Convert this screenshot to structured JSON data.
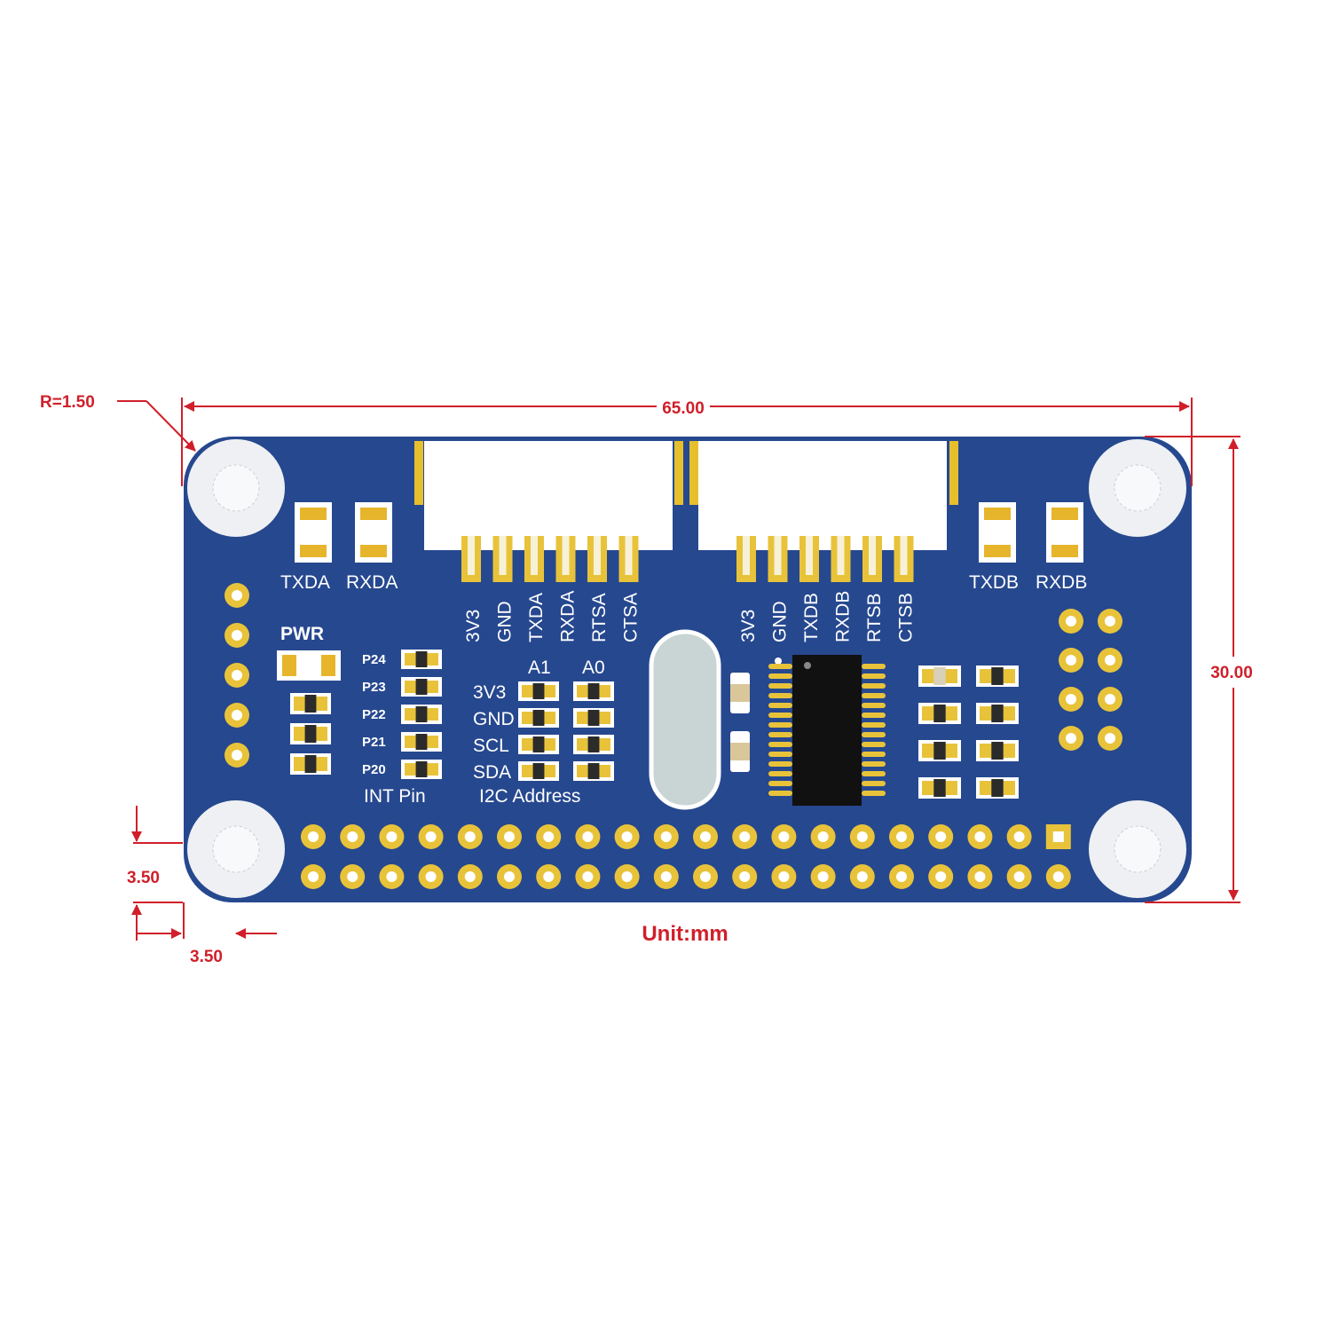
{
  "dimensions": {
    "radius": "R=1.50",
    "width": "65.00",
    "height": "30.00",
    "hole_offset_v": "3.50",
    "hole_offset_h": "3.50",
    "unit": "Unit:mm"
  },
  "labels": {
    "led_tx_a": "TXDA",
    "led_rx_a": "RXDA",
    "led_tx_b": "TXDB",
    "led_rx_b": "RXDB",
    "pwr": "PWR",
    "int_pin": "INT Pin",
    "i2c_address": "I2C Address",
    "a1": "A1",
    "a0": "A0"
  },
  "connector_a_pins": [
    "3V3",
    "GND",
    "TXDA",
    "RXDA",
    "RTSA",
    "CTSA"
  ],
  "connector_b_pins": [
    "3V3",
    "GND",
    "TXDB",
    "RXDB",
    "RTSB",
    "CTSB"
  ],
  "int_pins": [
    "P24",
    "P23",
    "P22",
    "P21",
    "P20"
  ],
  "i2c_rows": [
    "3V3",
    "GND",
    "SCL",
    "SDA"
  ],
  "colors": {
    "pcb": "#26488f",
    "pad": "#e8c33a",
    "dimension": "#d01f2a",
    "chip": "#111111"
  }
}
